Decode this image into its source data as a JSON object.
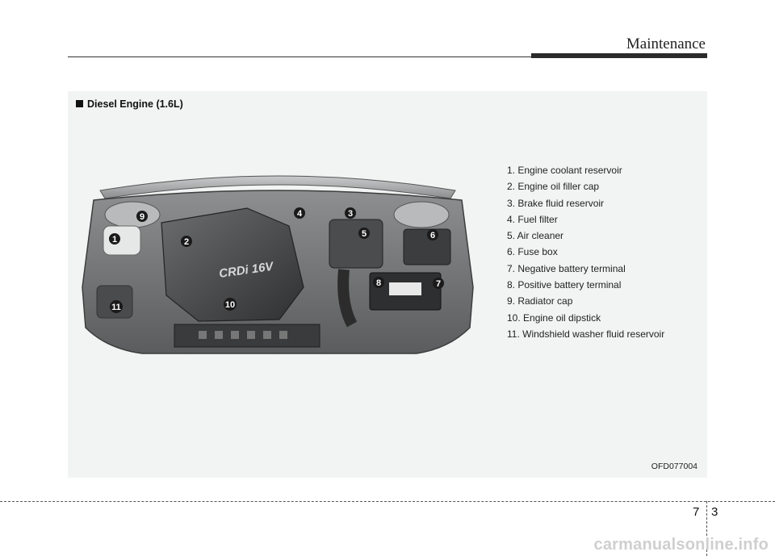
{
  "header": {
    "section_title": "Maintenance"
  },
  "figure": {
    "title": "Diesel Engine (1.6L)",
    "code": "OFD077004",
    "engine_cover_text": "CRDi 16V",
    "callouts": [
      "1",
      "2",
      "3",
      "4",
      "5",
      "6",
      "7",
      "8",
      "9",
      "10",
      "11"
    ]
  },
  "legend": {
    "items": [
      "1. Engine coolant reservoir",
      "2. Engine oil filler cap",
      "3. Brake fluid reservoir",
      "4. Fuel filter",
      "5. Air cleaner",
      "6. Fuse box",
      "7. Negative battery terminal",
      "8. Positive battery terminal",
      "9. Radiator cap",
      "10. Engine oil dipstick",
      "11. Windshield washer fluid reservoir"
    ]
  },
  "footer": {
    "chapter": "7",
    "page": "3",
    "watermark": "carmanualsonline.info"
  },
  "colors": {
    "panel_bg": "#f2f3f3",
    "rule": "#2b2b2b",
    "engine_dark": "#3a3a3a",
    "callout_bg": "#1a1a1a"
  }
}
